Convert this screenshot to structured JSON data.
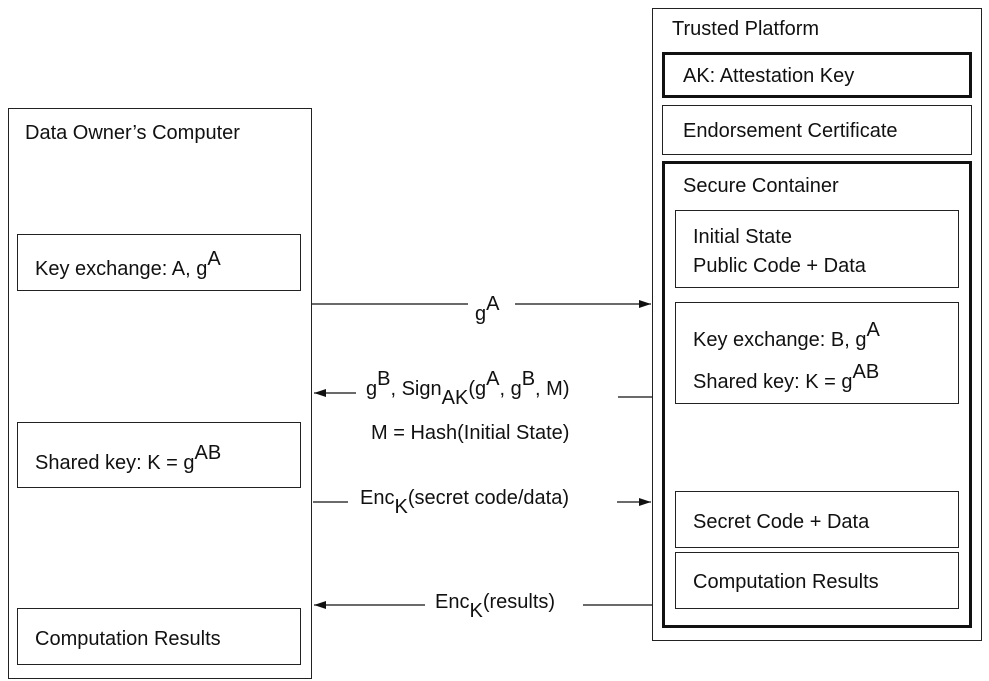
{
  "owner": {
    "title": "Data Owner’s Computer",
    "keyexchange": {
      "prefix": "Key exchange: A, g",
      "sup": "A"
    },
    "sharedkey": {
      "prefix": "Shared key: K = g",
      "sup": "AB"
    },
    "results": "Computation Results"
  },
  "platform": {
    "title": "Trusted Platform",
    "ak": "AK: Attestation Key",
    "endorsement": "Endorsement Certificate",
    "container": {
      "title": "Secure Container",
      "initial_line1": "Initial State",
      "initial_line2": "Public Code + Data",
      "kex": {
        "prefix": "Key exchange: B, g",
        "sup": "A"
      },
      "shared": {
        "prefix": "Shared key: K = g",
        "sup": "AB"
      },
      "secret": "Secret Code + Data",
      "results": "Computation Results"
    }
  },
  "messages": {
    "m1": {
      "base": "g",
      "sup": "A"
    },
    "m2": {
      "p1": "g",
      "s1": "B",
      "p2": ", Sign",
      "sub": "AK",
      "p3": "(g",
      "s2": "A",
      "p4": ", g",
      "s3": "B",
      "p5": ", M)",
      "line2": "M = Hash(Initial State)"
    },
    "m3": {
      "p1": "Enc",
      "sub": "K",
      "p2": "(secret code/data)"
    },
    "m4": {
      "p1": "Enc",
      "sub": "K",
      "p2": "(results)"
    }
  }
}
